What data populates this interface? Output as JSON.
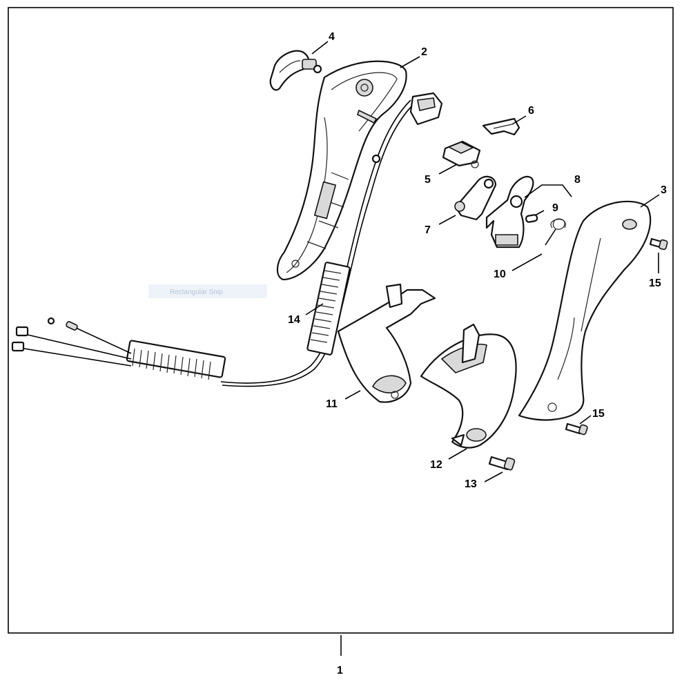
{
  "assembly_label": "1",
  "overlay_text": "Rectangular Snip",
  "callouts": [
    "2",
    "3",
    "4",
    "5",
    "6",
    "7",
    "8",
    "9",
    "10",
    "11",
    "12",
    "13",
    "14",
    "15",
    "15"
  ]
}
